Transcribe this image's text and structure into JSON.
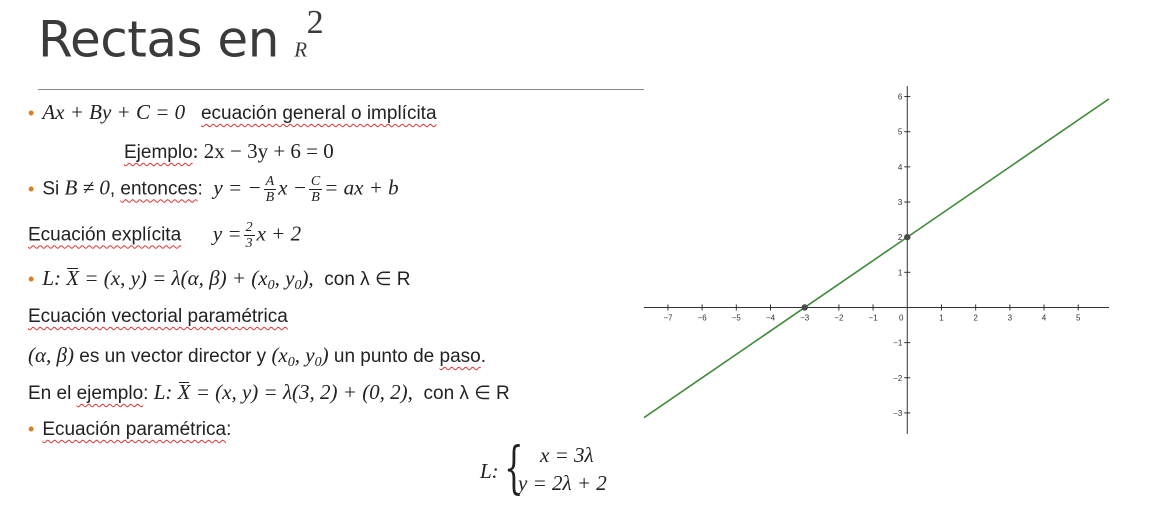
{
  "slide": {
    "title_text": "Rectas en ",
    "title_var": "R",
    "title_exp": "2"
  },
  "lines": {
    "l1_eq": "Ax + By + C = 0",
    "l1_text": "ecuación general o implícita",
    "l2_label": "Ejemplo",
    "l2_eq": ": 2x − 3y + 6 = 0",
    "l3_si": "Si ",
    "l3_cond": "B ≠ 0",
    "l3_comma": ", ",
    "l3_entonces": "entonces",
    "l3_y": "y = −",
    "l3_fracA_n": "A",
    "l3_fracA_d": "B",
    "l3_x": "x −",
    "l3_fracC_n": "C",
    "l3_fracC_d": "B",
    "l3_end": "= ax + b",
    "l4_label": "Ecuación explícita",
    "l4_y": "y =",
    "l4_frac_n": "2",
    "l4_frac_d": "3",
    "l4_end": "x + 2",
    "l5_L": "L: ",
    "l5_X": "X",
    "l5_eq": " = (x, y) = λ(α, β) + (x",
    "l5_sub0": "0",
    "l5_mid": ", y",
    "l5_sub1": "0",
    "l5_close": "),",
    "l5_con": "con λ ∈ R",
    "l6_text": "Ecuación vectorial paramétrica",
    "l7_ab": "(α, β)",
    "l7_text1": " es un vector director y ",
    "l7_x0": "(x",
    "l7_s0": "0",
    "l7_y0": ", y",
    "l7_s1": "0",
    "l7_c": ")",
    "l7_text2": " un punto de ",
    "l7_paso": "paso",
    "l7_dot": ".",
    "l8_en": "En el ",
    "l8_ejemplo": "ejemplo",
    "l8_colon": ": ",
    "l8_L": "L: ",
    "l8_X": "X",
    "l8_eq": " = (x, y) = λ(3, 2) + (0, 2),",
    "l8_con": "con λ ∈ R",
    "l9_text": "Ecuación paramétrica",
    "l9_colon": ":"
  },
  "system": {
    "label": "L:",
    "brace": "{",
    "row1": "x = 3λ",
    "row2": "y = 2λ + 2"
  },
  "chart_data": {
    "type": "line",
    "xlim": [
      -7.7,
      5.9
    ],
    "ylim": [
      -3.6,
      6.3
    ],
    "x_ticks": [
      "−7",
      "−6",
      "−5",
      "−4",
      "−3",
      "−2",
      "−1",
      "0",
      "1",
      "2",
      "3",
      "4",
      "5"
    ],
    "y_ticks": [
      "−3",
      "−2",
      "−1",
      "1",
      "2",
      "3",
      "4",
      "5",
      "6"
    ],
    "series": [
      {
        "color": "#3d8b37",
        "slope": 0.6667,
        "intercept": 2,
        "x": [
          -7.7,
          5.9
        ]
      }
    ],
    "points": [
      {
        "x": -3,
        "y": 0
      },
      {
        "x": 0,
        "y": 2
      }
    ],
    "line_color": "#3d8b37",
    "point_color": "#4a4a4a"
  }
}
